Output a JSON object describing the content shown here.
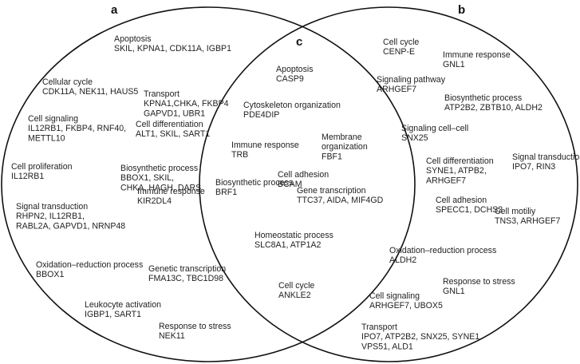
{
  "region_labels": {
    "a": "a",
    "b": "b",
    "c": "c"
  },
  "colors": {
    "outline": "#111111",
    "text": "#222222",
    "background": "#ffffff"
  },
  "groups": [
    {
      "region": "a",
      "lines": [
        "Apoptosis",
        "SKIL, KPNA1, CDK11A, IGBP1"
      ]
    },
    {
      "region": "a",
      "lines": [
        "Transport",
        "KPNA1,CHKA, FKBP4",
        "GAPVD1, UBR1"
      ]
    },
    {
      "region": "a",
      "lines": [
        "Cellular cycle",
        "CDK11A, NEK11, HAUS5"
      ]
    },
    {
      "region": "a",
      "lines": [
        "Cell signaling",
        "IL12RB1, FKBP4, RNF40,",
        "METTL10"
      ]
    },
    {
      "region": "a",
      "lines": [
        "Cell differentiation",
        "ALT1, SKIL, SART1"
      ]
    },
    {
      "region": "a",
      "lines": [
        "Cell proliferation",
        "IL12RB1"
      ]
    },
    {
      "region": "a",
      "lines": [
        "Biosynthetic process",
        "BBOX1, SKIL,",
        "CHKA, HAGH, DARS"
      ]
    },
    {
      "region": "a",
      "lines": [
        "Signal transduction",
        "RHPN2, IL12RB1,",
        "RABL2A, GAPVD1, NRNP48"
      ]
    },
    {
      "region": "a",
      "lines": [
        "Immune response",
        "KIR2DL4"
      ]
    },
    {
      "region": "a",
      "lines": [
        "Oxidation–reduction process",
        "BBOX1"
      ]
    },
    {
      "region": "a",
      "lines": [
        "Genetic transcription",
        "FMA13C, TBC1D98"
      ]
    },
    {
      "region": "a",
      "lines": [
        "Leukocyte activation",
        "IGBP1, SART1"
      ]
    },
    {
      "region": "a",
      "lines": [
        "Response to stress",
        "NEK11"
      ]
    },
    {
      "region": "c",
      "lines": [
        "Apoptosis",
        "CASP9"
      ]
    },
    {
      "region": "c",
      "lines": [
        "Cytoskeleton organization",
        "PDE4DIP"
      ]
    },
    {
      "region": "c",
      "lines": [
        "Immune response",
        "TRB"
      ]
    },
    {
      "region": "c",
      "lines": [
        "Membrane",
        "organization",
        "FBF1"
      ]
    },
    {
      "region": "c",
      "lines": [
        "Cell adhesion",
        "BCAM"
      ]
    },
    {
      "region": "c",
      "lines": [
        "Biosynthetic process",
        "BRF1"
      ]
    },
    {
      "region": "c",
      "lines": [
        "Gene transcription",
        "TTC37, AIDA, MIF4GD"
      ]
    },
    {
      "region": "c",
      "lines": [
        "Homeostatic process",
        "SLC8A1, ATP1A2"
      ]
    },
    {
      "region": "c",
      "lines": [
        "Cell cycle",
        "ANKLE2"
      ]
    },
    {
      "region": "b",
      "lines": [
        "Cell cycle",
        "CENP-E"
      ]
    },
    {
      "region": "b",
      "lines": [
        "Immune response",
        "GNL1"
      ]
    },
    {
      "region": "b",
      "lines": [
        "Signaling pathway",
        "ARHGEF7"
      ]
    },
    {
      "region": "b",
      "lines": [
        "Biosynthetic process",
        "ATP2B2, ZBTB10, ALDH2"
      ]
    },
    {
      "region": "b",
      "lines": [
        "Signaling cell–cell",
        "SNX25"
      ]
    },
    {
      "region": "b",
      "lines": [
        "Cell differentiation",
        "SYNE1, ATPB2,",
        "ARHGEF7"
      ]
    },
    {
      "region": "b",
      "lines": [
        "Signal transduction",
        "IPO7, RIN3"
      ]
    },
    {
      "region": "b",
      "lines": [
        "Cell adhesion",
        "SPECC1, DCHS2"
      ]
    },
    {
      "region": "b",
      "lines": [
        "Cell motiliy",
        "TNS3, ARHGEF7"
      ]
    },
    {
      "region": "b",
      "lines": [
        "Oxidation–reduction process",
        "ALDH2"
      ]
    },
    {
      "region": "b",
      "lines": [
        "Response to stress",
        "GNL1"
      ]
    },
    {
      "region": "b",
      "lines": [
        "Cell signaling",
        "ARHGEF7, UBOX5"
      ]
    },
    {
      "region": "b",
      "lines": [
        "Transport",
        "IPO7, ATP2B2, SNX25, SYNE1",
        "VPS51, ALD1"
      ]
    }
  ]
}
